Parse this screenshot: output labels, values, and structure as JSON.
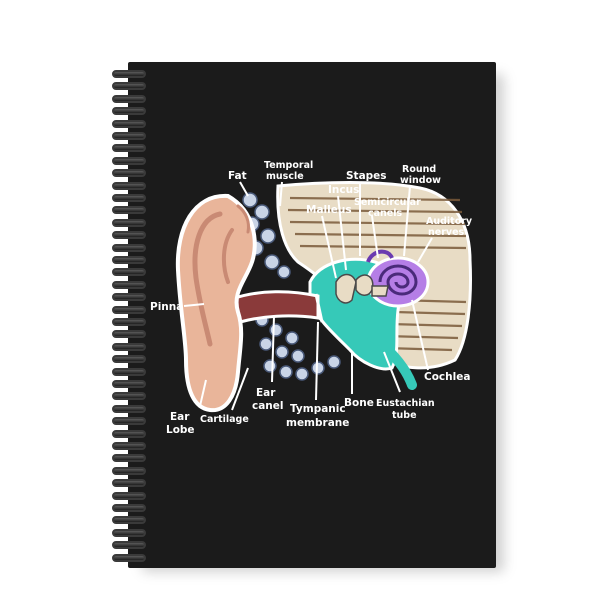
{
  "product": {
    "cover_color": "#1b1b1b",
    "style": "spiral notebook"
  },
  "labels": {
    "fat": "Fat",
    "temporal_muscle_1": "Temporal",
    "temporal_muscle_2": "muscle",
    "stapes": "Stapes",
    "round_window_1": "Round",
    "round_window_2": "window",
    "incus": "Incus",
    "malleus": "Malleus",
    "semicircular_1": "Semicircular",
    "semicircular_2": "canels",
    "auditory_1": "Auditory",
    "auditory_2": "nerves",
    "pinna": "Pinna",
    "cochlea": "Cochlea",
    "ear_lobe_1": "Ear",
    "ear_lobe_2": "Lobe",
    "cartilage": "Cartilage",
    "ear_canal_1": "Ear",
    "ear_canal_2": "canel",
    "tympanic_1": "Tympanic",
    "tympanic_2": "membrane",
    "bone": "Bone",
    "eustachian_1": "Eustachian",
    "eustachian_2": "tube"
  },
  "colors": {
    "skin": "#e9b59a",
    "skin_dark": "#c98a74",
    "canal": "#8a3a3a",
    "teal": "#36c9b8",
    "bone": "#e8dcc5",
    "bone_stripe": "#7a5a3a",
    "cochlea": "#9a6ad0",
    "fat_dots": "#c9d4e6"
  }
}
